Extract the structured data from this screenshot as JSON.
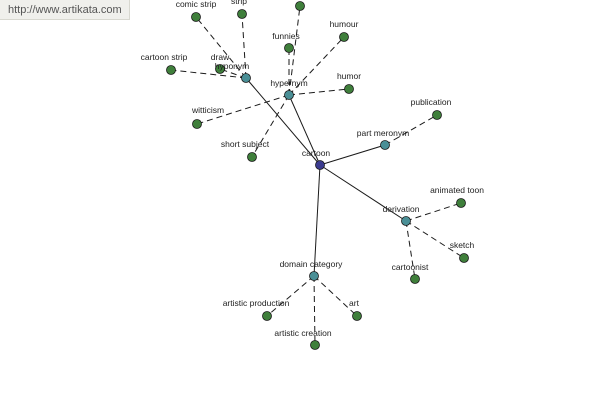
{
  "site_url": "http://www.artikata.com",
  "colors": {
    "root": "#3b3b8f",
    "relation": "#4a8f96",
    "leaf": "#3f7f3b",
    "edge": "#1a1a1a",
    "background": "#ffffff"
  },
  "root": {
    "id": "cartoon",
    "label": "cartoon"
  },
  "relations": [
    {
      "id": "hyponym",
      "label": "hyponym",
      "words": [
        "comic strip",
        "strip",
        "draw",
        "cartoon strip"
      ]
    },
    {
      "id": "hypernym",
      "label": "hypernym",
      "words": [
        "",
        "funnies",
        "humour",
        "humor",
        "witticism",
        "short subject"
      ]
    },
    {
      "id": "part-meronym",
      "label": "part meronym",
      "words": [
        "publication"
      ]
    },
    {
      "id": "derivation",
      "label": "derivation",
      "words": [
        "animated toon",
        "sketch",
        "cartoonist"
      ]
    },
    {
      "id": "domain-category",
      "label": "domain category",
      "words": [
        "artistic production",
        "art",
        "artistic creation"
      ]
    }
  ]
}
